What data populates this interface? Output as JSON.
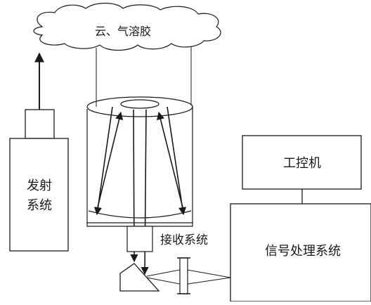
{
  "labels": {
    "cloud": "云、气溶胶",
    "transmitter": "发射系统",
    "receiver": "接收系统",
    "computer": "工控机",
    "signal_processing": "信号处理系统"
  },
  "colors": {
    "line": "#1a1a1a",
    "background": "#ffffff",
    "mount_fill": "#ffffff"
  }
}
